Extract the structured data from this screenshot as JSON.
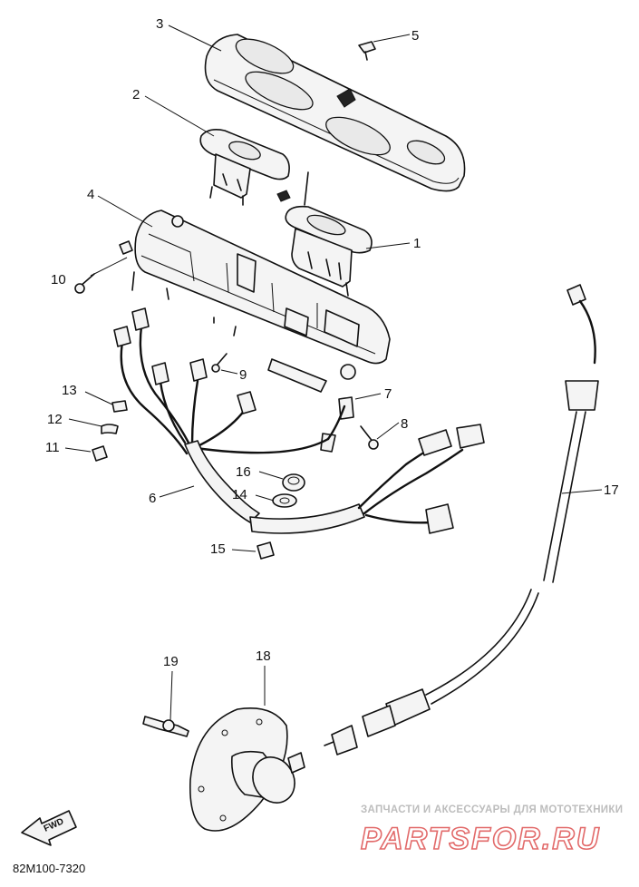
{
  "diagram": {
    "drawing_code": "82M100-7320",
    "fwd_label": "FWD",
    "callouts": [
      {
        "id": "1",
        "label": "1"
      },
      {
        "id": "2",
        "label": "2"
      },
      {
        "id": "3",
        "label": "3"
      },
      {
        "id": "4",
        "label": "4"
      },
      {
        "id": "5",
        "label": "5"
      },
      {
        "id": "6",
        "label": "6"
      },
      {
        "id": "7",
        "label": "7"
      },
      {
        "id": "8",
        "label": "8"
      },
      {
        "id": "9",
        "label": "9"
      },
      {
        "id": "10",
        "label": "10"
      },
      {
        "id": "11",
        "label": "11"
      },
      {
        "id": "12",
        "label": "12"
      },
      {
        "id": "13",
        "label": "13"
      },
      {
        "id": "14",
        "label": "14"
      },
      {
        "id": "15",
        "label": "15"
      },
      {
        "id": "16",
        "label": "16"
      },
      {
        "id": "17",
        "label": "17"
      },
      {
        "id": "18",
        "label": "18"
      },
      {
        "id": "19",
        "label": "19"
      }
    ]
  },
  "watermark": {
    "tagline": "ЗАПЧАСТИ И АКСЕССУАРЫ ДЛЯ МОТОТЕХНИКИ",
    "brand": "PARTSFOR.RU",
    "brand_color": "#e26a6a"
  }
}
